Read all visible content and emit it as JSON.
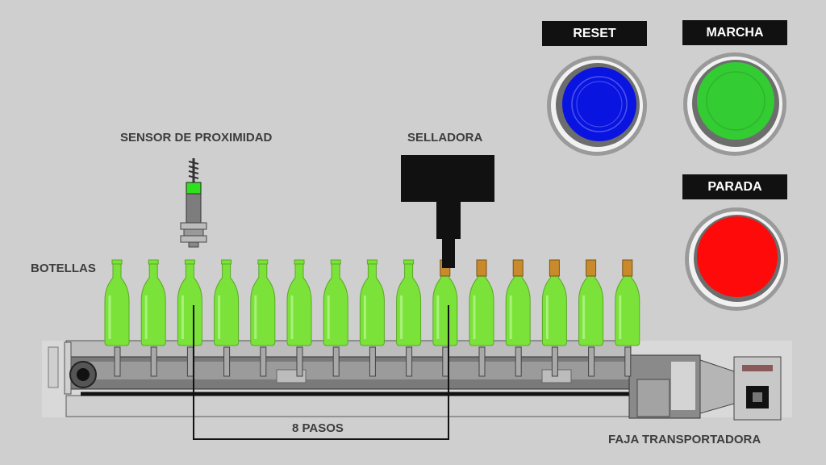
{
  "labels": {
    "sensor": "SENSOR DE PROXIMIDAD",
    "sealer": "SELLADORA",
    "bottles": "BOTELLAS",
    "steps": "8 PASOS",
    "conveyor": "FAJA TRANSPORTADORA"
  },
  "buttons": {
    "reset": {
      "label": "RESET",
      "color": "#0a14e0"
    },
    "start": {
      "label": "MARCHA",
      "color": "#33cc33"
    },
    "stop": {
      "label": "PARADA",
      "color": "#ff0a0a"
    }
  },
  "colors": {
    "bottle_green": "#7be23a",
    "cap_sealed": "#c88a2a",
    "sensor_led": "#2ee01e"
  },
  "bottles": {
    "total": 15,
    "sealed_count": 6
  }
}
